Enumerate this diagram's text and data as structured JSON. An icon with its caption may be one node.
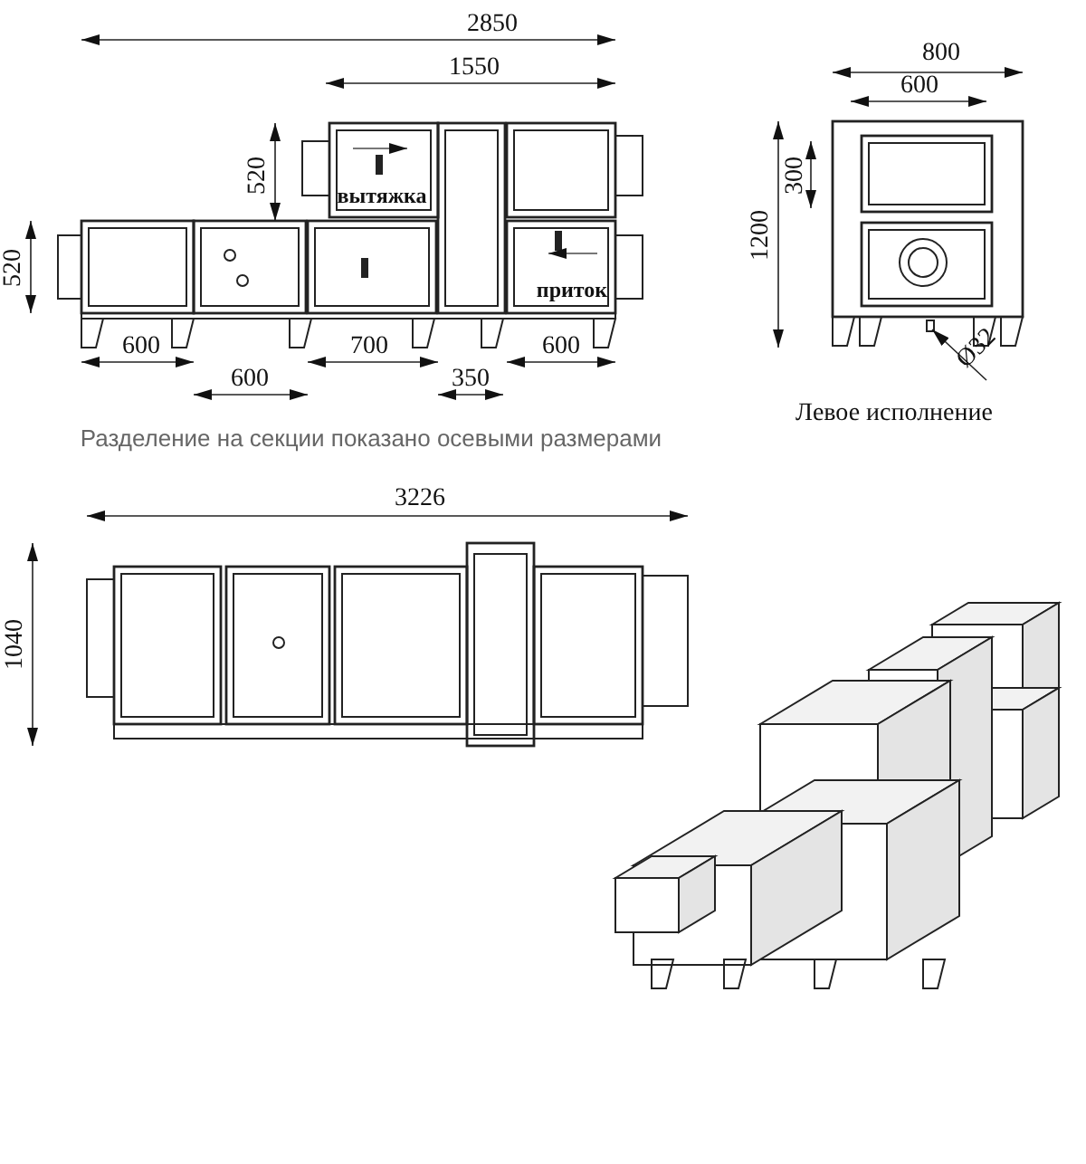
{
  "diagram": {
    "labels": [
      "2850",
      "800",
      "1550",
      "600",
      "520",
      "300",
      "вытяжка",
      "1200",
      "520",
      "приток",
      "600",
      "700",
      "600",
      "600",
      "350",
      "Ø32",
      "Разделение на секции показано осевыми размерами",
      "Левое исполнение",
      "3226",
      "1040"
    ]
  }
}
